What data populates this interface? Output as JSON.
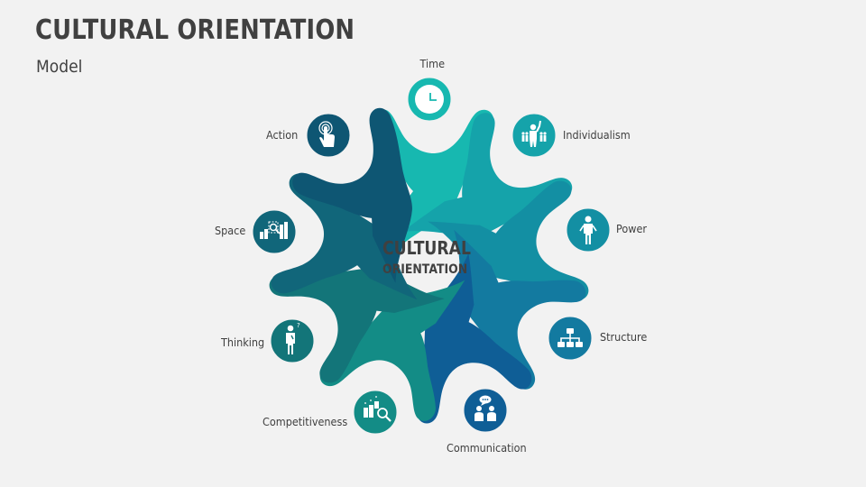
{
  "slide": {
    "title": "CULTURAL ORIENTATION",
    "subtitle": "Model"
  },
  "center": {
    "line1": "CULTURAL",
    "line2": "ORIENTATION"
  },
  "segments": [
    {
      "label": "Time",
      "icon": "clock-icon",
      "color": "#17B8B0"
    },
    {
      "label": "Individualism",
      "icon": "person-standing-out-icon",
      "color": "#15A3AA"
    },
    {
      "label": "Power",
      "icon": "person-icon",
      "color": "#138FA3"
    },
    {
      "label": "Structure",
      "icon": "org-chart-icon",
      "color": "#137AA0"
    },
    {
      "label": "Communication",
      "icon": "people-chat-icon",
      "color": "#0F5E96"
    },
    {
      "label": "Competitiveness",
      "icon": "bar-chart-search-icon",
      "color": "#138C86"
    },
    {
      "label": "Thinking",
      "icon": "thinking-person-icon",
      "color": "#137579"
    },
    {
      "label": "Space",
      "icon": "chart-magnifier-icon",
      "color": "#11667A"
    },
    {
      "label": "Action",
      "icon": "tap-hand-icon",
      "color": "#0E5673"
    }
  ]
}
